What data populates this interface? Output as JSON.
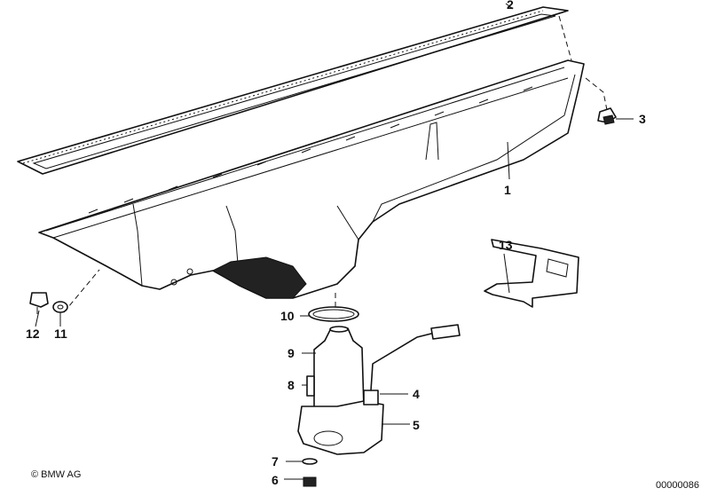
{
  "labels": {
    "p1": "1",
    "p2": "2",
    "p3": "3",
    "p4": "4",
    "p5": "5",
    "p6": "6",
    "p7": "7",
    "p8": "8",
    "p9": "9",
    "p10": "10",
    "p11": "11",
    "p12": "12",
    "p13": "13"
  },
  "footer": {
    "copyright": "© BMW AG",
    "diagram_number": "00000086"
  }
}
